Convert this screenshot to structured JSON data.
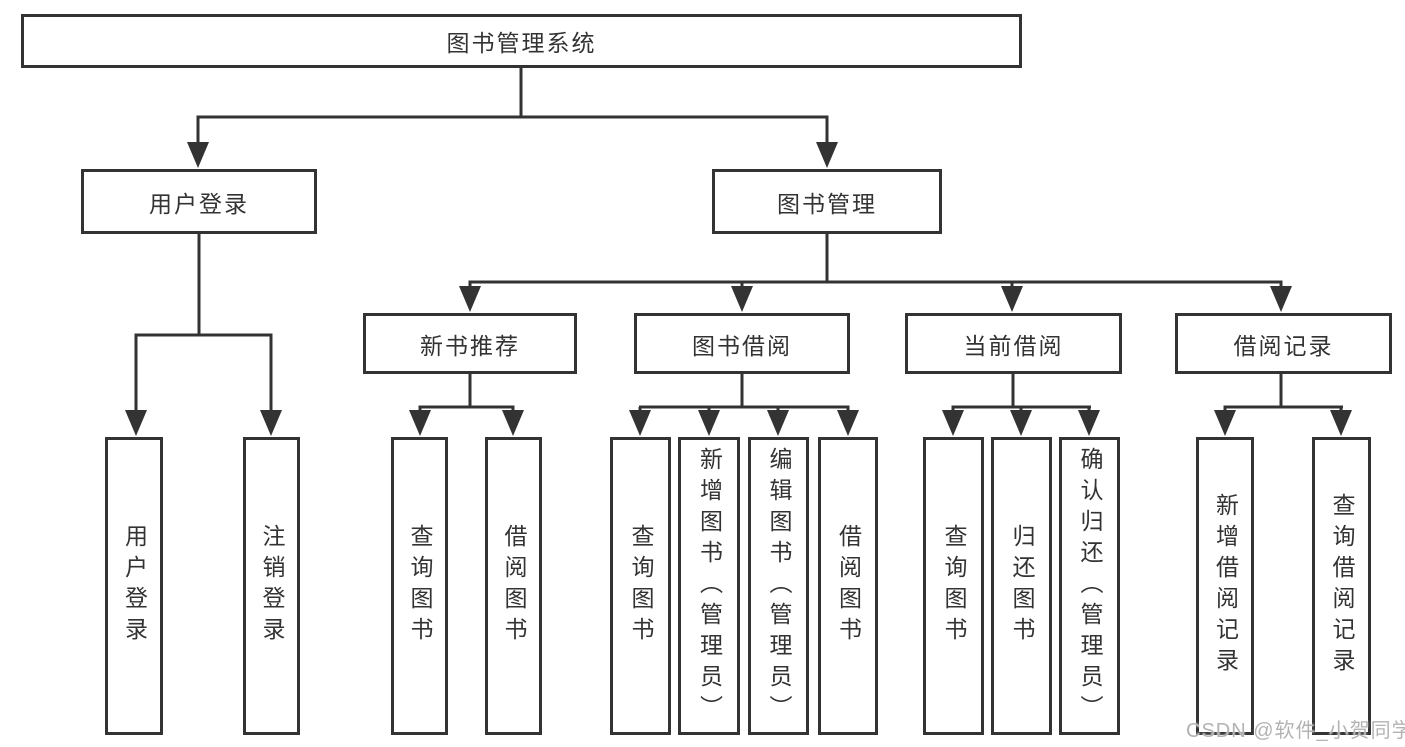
{
  "diagram": {
    "root": {
      "label": "图书管理系统",
      "children": [
        {
          "label": "用户登录",
          "children": [
            {
              "label": "用户登录"
            },
            {
              "label": "注销登录"
            }
          ]
        },
        {
          "label": "图书管理",
          "children": [
            {
              "label": "新书推荐",
              "children": [
                {
                  "label": "查询图书"
                },
                {
                  "label": "借阅图书"
                }
              ]
            },
            {
              "label": "图书借阅",
              "children": [
                {
                  "label": "查询图书"
                },
                {
                  "label": "新增图书（管理员）"
                },
                {
                  "label": "编辑图书（管理员）"
                },
                {
                  "label": "借阅图书"
                }
              ]
            },
            {
              "label": "当前借阅",
              "children": [
                {
                  "label": "查询图书"
                },
                {
                  "label": "归还图书"
                },
                {
                  "label": "确认归还（管理员）"
                }
              ]
            },
            {
              "label": "借阅记录",
              "children": [
                {
                  "label": "新增借阅记录"
                },
                {
                  "label": "查询借阅记录"
                }
              ]
            }
          ]
        }
      ]
    }
  },
  "watermark": {
    "text": "CSDN @软件_小贺同学"
  },
  "colors": {
    "line": "#333333",
    "text": "#333333",
    "watermark": "#b3b3b3",
    "background": "#ffffff"
  }
}
